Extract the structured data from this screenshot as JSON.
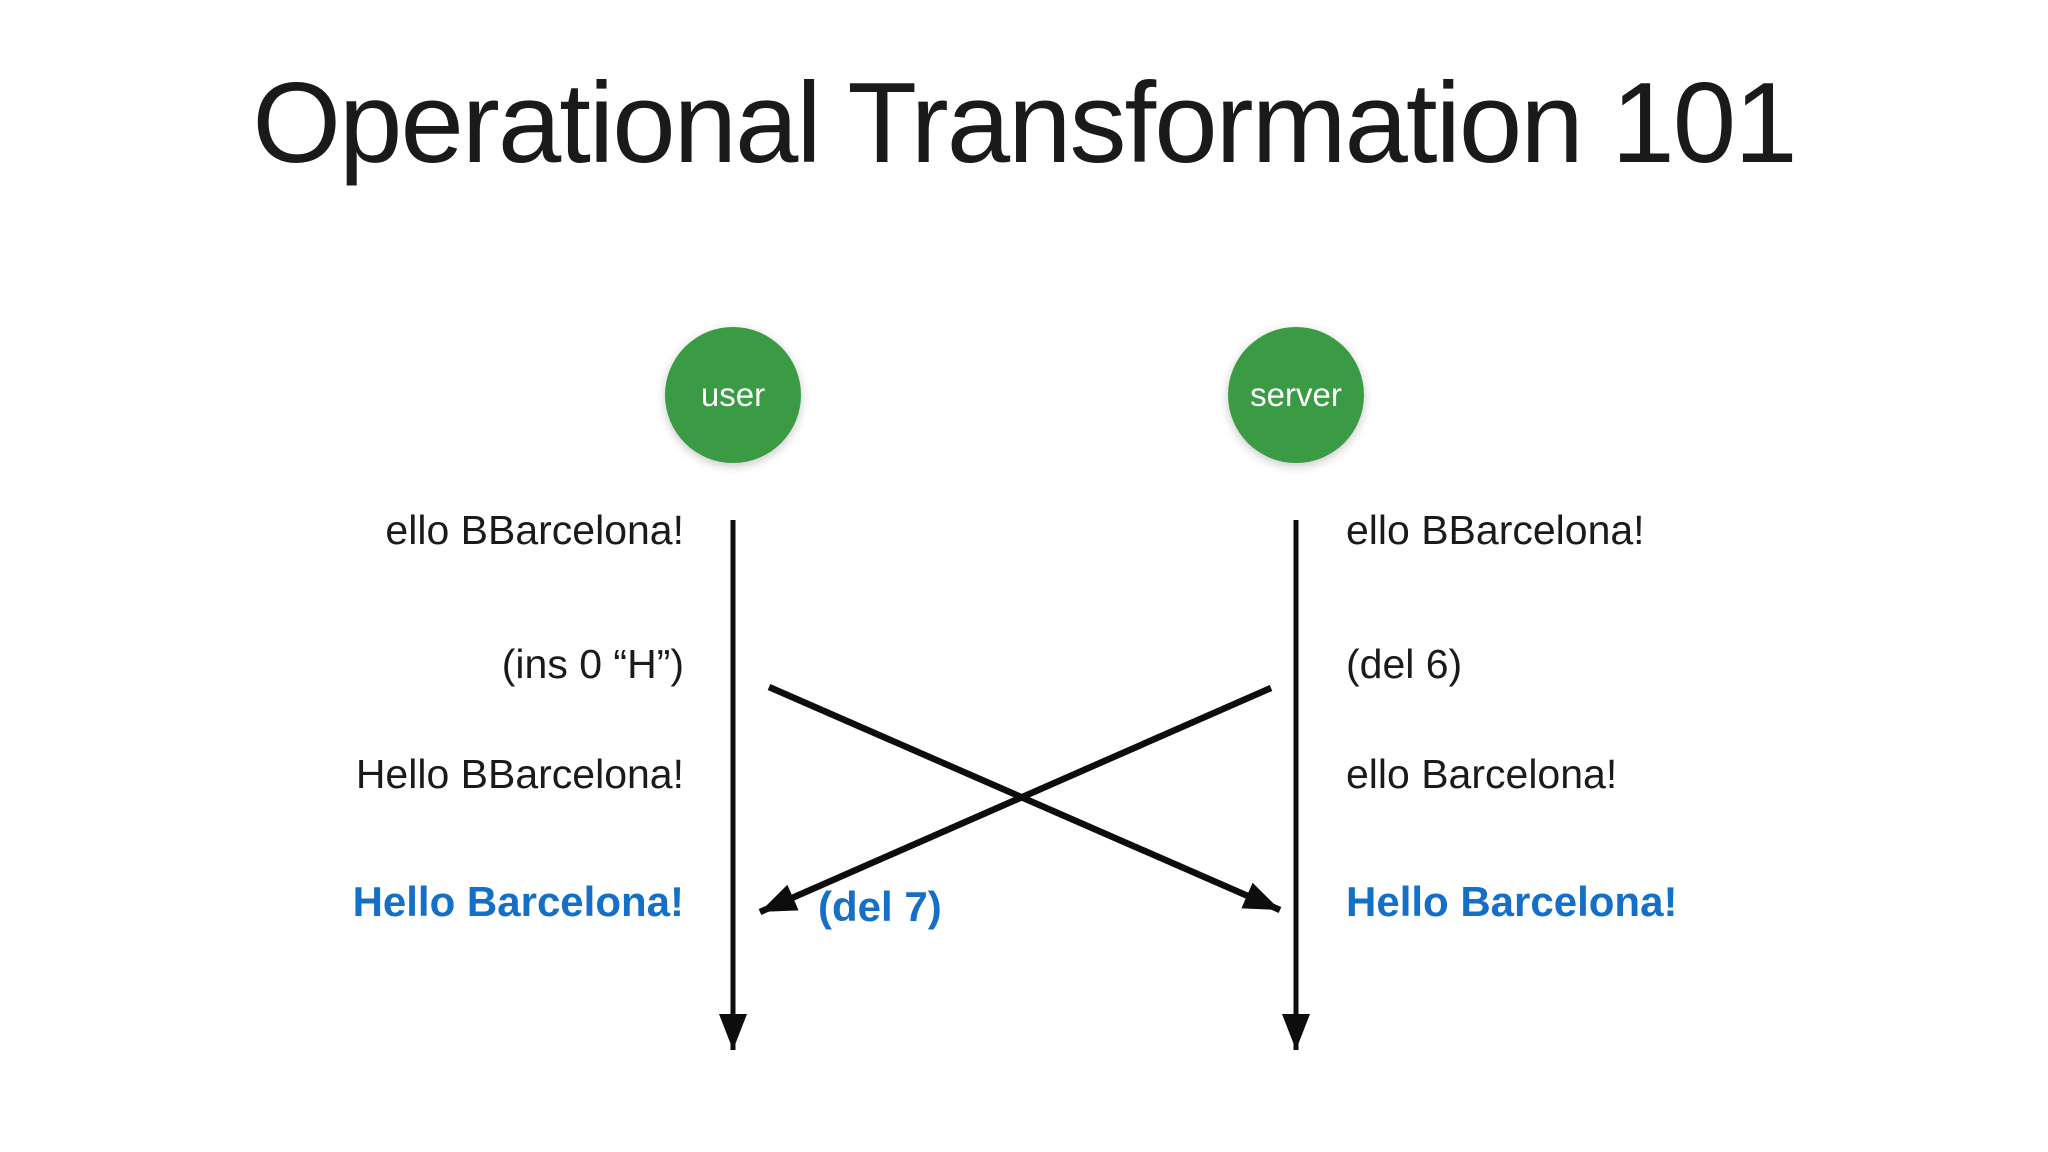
{
  "title": "Operational Transformation 101",
  "colors": {
    "background": "#ffffff",
    "text_black": "#1a1a1a",
    "line_black": "#0d0d0d",
    "node_green": "#3b9a44",
    "highlight_blue": "#156fc7"
  },
  "diagram": {
    "user_lane": {
      "node_label": "user",
      "state_initial": "ello BBarcelona!",
      "op_local": "(ins 0 “H”)",
      "state_after_local": "Hello BBarcelona!",
      "state_final": "Hello Barcelona!"
    },
    "server_lane": {
      "node_label": "server",
      "state_initial": "ello BBarcelona!",
      "op_local": "(del 6)",
      "state_after_local": "ello Barcelona!",
      "state_final": "Hello Barcelona!"
    },
    "transformed_op_label": "(del 7)"
  }
}
